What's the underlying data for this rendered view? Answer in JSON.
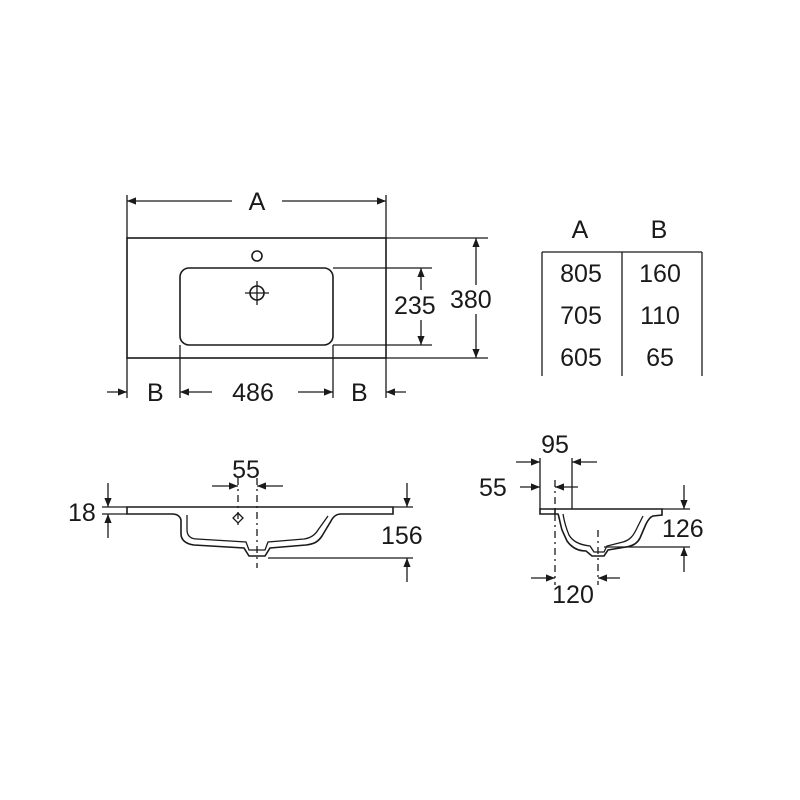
{
  "top_view": {
    "width_label": "A",
    "depth_label": "380",
    "bowl_depth_label": "235",
    "bowl_width_label": "486",
    "left_margin_label": "B",
    "right_margin_label": "B"
  },
  "table": {
    "headers": [
      "A",
      "B"
    ],
    "rows": [
      [
        "805",
        "160"
      ],
      [
        "705",
        "110"
      ],
      [
        "605",
        "65"
      ]
    ]
  },
  "front_section": {
    "rim_thickness_label": "18",
    "drain_offset_label": "55",
    "height_label": "156"
  },
  "side_section": {
    "rim_offset_label": "95",
    "tap_offset_label": "55",
    "height_label": "126",
    "drain_offset_label": "120"
  }
}
